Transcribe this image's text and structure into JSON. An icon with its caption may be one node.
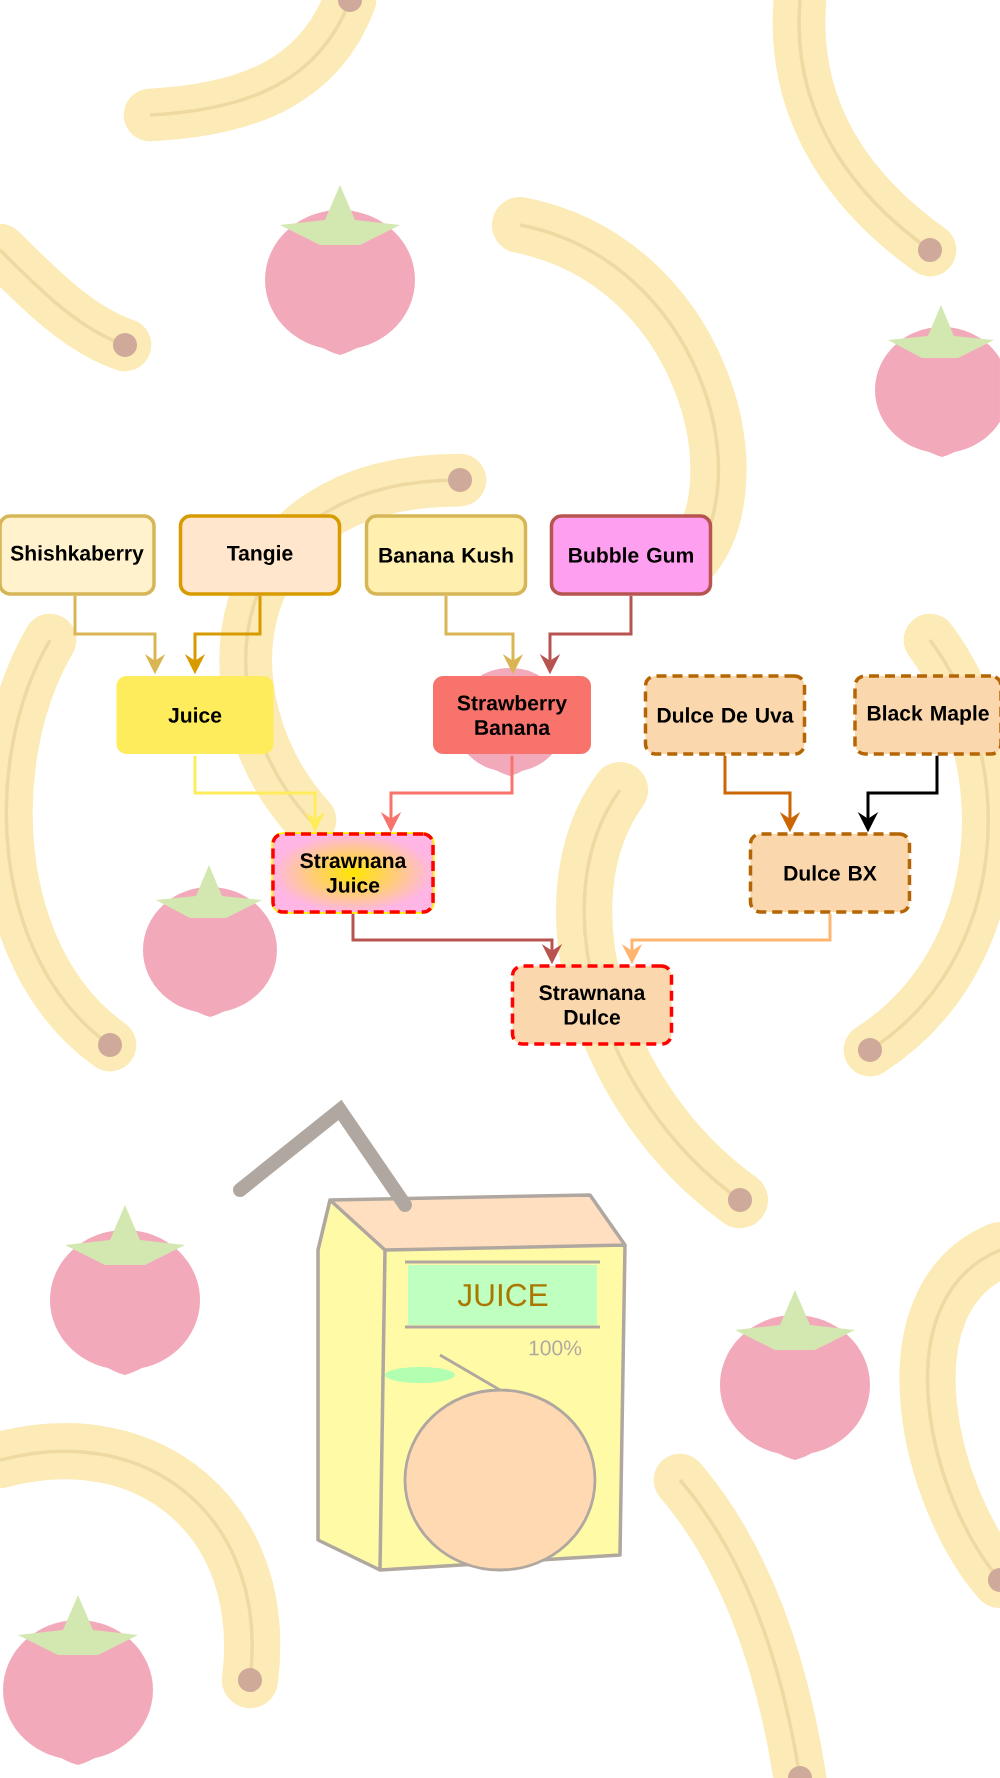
{
  "diagram": {
    "nodes": [
      {
        "text": [
          "Shishkaberry"
        ]
      },
      {
        "text": [
          "Tangie"
        ]
      },
      {
        "text": [
          "Banana Kush"
        ]
      },
      {
        "text": [
          "Bubble Gum"
        ]
      },
      {
        "text": [
          "Juice"
        ]
      },
      {
        "text": [
          "Strawberry Banana"
        ]
      },
      {
        "text": [
          "Dulce De Uva"
        ]
      },
      {
        "text": [
          "Black Maple"
        ]
      },
      {
        "text": [
          "Strawnana Juice"
        ]
      },
      {
        "text": [
          "Dulce BX"
        ]
      },
      {
        "text": [
          "Strawnana Dulce"
        ]
      }
    ],
    "edges": [
      {
        "from": 0,
        "to": 4,
        "arrow": "to",
        "color": "#d9b653"
      },
      {
        "from": 1,
        "to": 4,
        "arrow": "to",
        "color": "#d79b00"
      },
      {
        "from": 2,
        "to": 5,
        "arrow": "to",
        "color": "#d9b653"
      },
      {
        "from": 3,
        "to": 5,
        "arrow": "to",
        "color": "#b85450"
      },
      {
        "from": 4,
        "to": 8,
        "arrow": "to",
        "color": "#ffec5c"
      },
      {
        "from": 5,
        "to": 8,
        "arrow": "to",
        "color": "#f8736c"
      },
      {
        "from": 6,
        "to": 9,
        "arrow": "to",
        "color": "#cc6600"
      },
      {
        "from": 7,
        "to": 9,
        "arrow": "to",
        "color": "#000000"
      },
      {
        "from": 8,
        "to": 10,
        "arrow": "to",
        "color": "#b85450"
      },
      {
        "from": 9,
        "to": 10,
        "arrow": "to",
        "color": "#ffb570"
      }
    ],
    "labels": [
      "JUICE",
      "100%"
    ]
  }
}
